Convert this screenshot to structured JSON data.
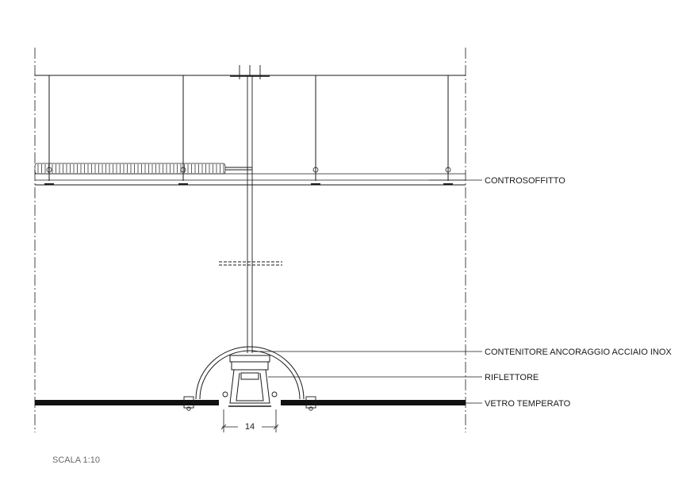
{
  "labels": {
    "controsoffitto": "CONTROSOFFITTO",
    "contenitore": "CONTENITORE ANCORAGGIO ACCIAIO INOX",
    "riflettore": "RIFLETTORE",
    "vetro": "VETRO TEMPERATO"
  },
  "dimension": "14",
  "scale": "SCALA 1:10",
  "colors": {
    "line": "#1a1a1a",
    "glass": "#111111",
    "scale_text": "#6a6a6a"
  }
}
